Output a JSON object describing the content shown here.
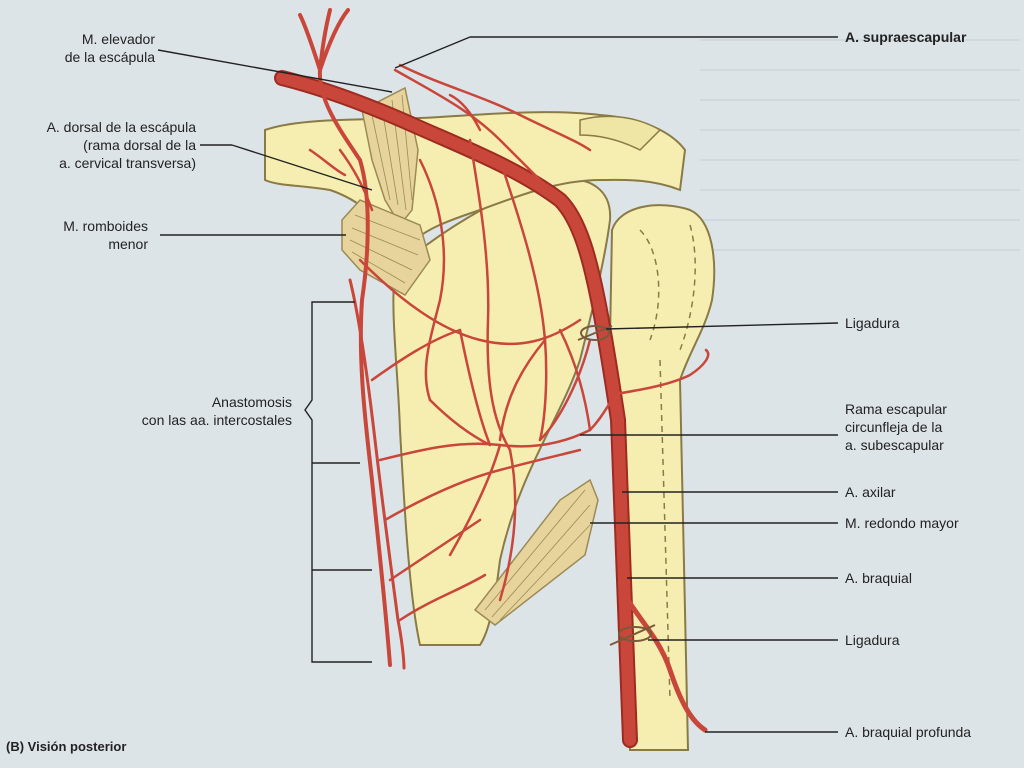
{
  "labels": {
    "elevador": [
      "M. elevador",
      "de la escápula"
    ],
    "dorsal": [
      "A. dorsal de la escápula",
      "(rama dorsal de la",
      "a. cervical transversa)"
    ],
    "romboides": [
      "M. romboides",
      "menor"
    ],
    "anastomosis": [
      "Anastomosis",
      "con las aa. intercostales"
    ],
    "supraescapular": "A. supraescapular",
    "ligadura_1": "Ligadura",
    "rama_escapular": [
      "Rama escapular",
      "circunfleja de la",
      "a. subescapular"
    ],
    "axilar": "A. axilar",
    "redondo": "M. redondo mayor",
    "braquial": "A. braquial",
    "ligadura_2": "Ligadura",
    "braquial_profunda": "A. braquial profunda",
    "caption": "(B) Visión posterior"
  },
  "colors": {
    "background": "#dde4e8",
    "bone": "#f6eeb0",
    "bone_outline": "#8a7a45",
    "muscle": "#e6d49c",
    "muscle_line": "#9c8a55",
    "artery": "#c9463a",
    "artery_dark": "#9e2b22",
    "leader": "#222222"
  }
}
